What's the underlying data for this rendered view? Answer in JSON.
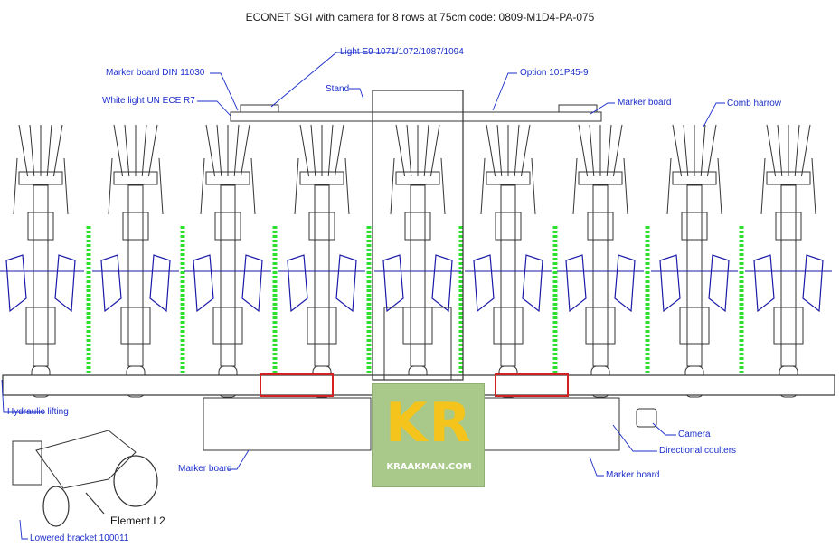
{
  "title": "ECONET SGI with camera for 8 rows at 75cm code: 0809-M1D4-PA-075",
  "labels": {
    "light_e9": "Light E9 1071/1072/1087/1094",
    "marker_board_din": "Marker board DIN 11030",
    "option": "Option 101P45-9",
    "stand": "Stand",
    "white_light": "White light UN ECE R7",
    "marker_board_right_top": "Marker board",
    "comb_harrow": "Comb harrow",
    "hydraulic_lifting": "Hydraulic lifting",
    "camera": "Camera",
    "directional_coulters": "Directional coulters",
    "marker_board_left_bottom": "Marker board",
    "marker_board_right_bottom": "Marker board",
    "element_l2": "Element L2",
    "lowered_bracket": "Lowered bracket 100011"
  },
  "logo": {
    "text": "KR",
    "url": "KRAAKMAN.COM",
    "bg_color": "#a9c98a",
    "text_color": "#f4c41c"
  },
  "colors": {
    "line": "#1b2ec9",
    "drawing": "#333333",
    "plants": "#2ee02e",
    "hoe_blue": "#1a1aa8",
    "red_accent": "#d42020"
  },
  "rows": 8
}
